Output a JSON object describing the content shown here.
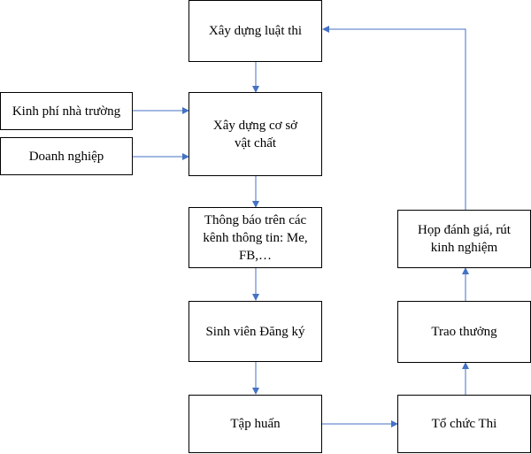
{
  "nodes": {
    "rules": "Xây dựng luật thi",
    "budget": "Kinh phí nhà trường",
    "business": "Doanh nghiệp",
    "facilities": "Xây dựng cơ sở vật chất",
    "announce": "Thông báo trên các kênh thông tin: Me, FB,…",
    "register": "Sinh viên Đăng ký",
    "training": "Tập huấn",
    "organize": "Tổ chức Thi",
    "award": "Trao thưởng",
    "review": "Họp đánh giá, rút kinh nghiệm"
  },
  "colors": {
    "arrow": "#4472c4",
    "border": "#000000"
  }
}
